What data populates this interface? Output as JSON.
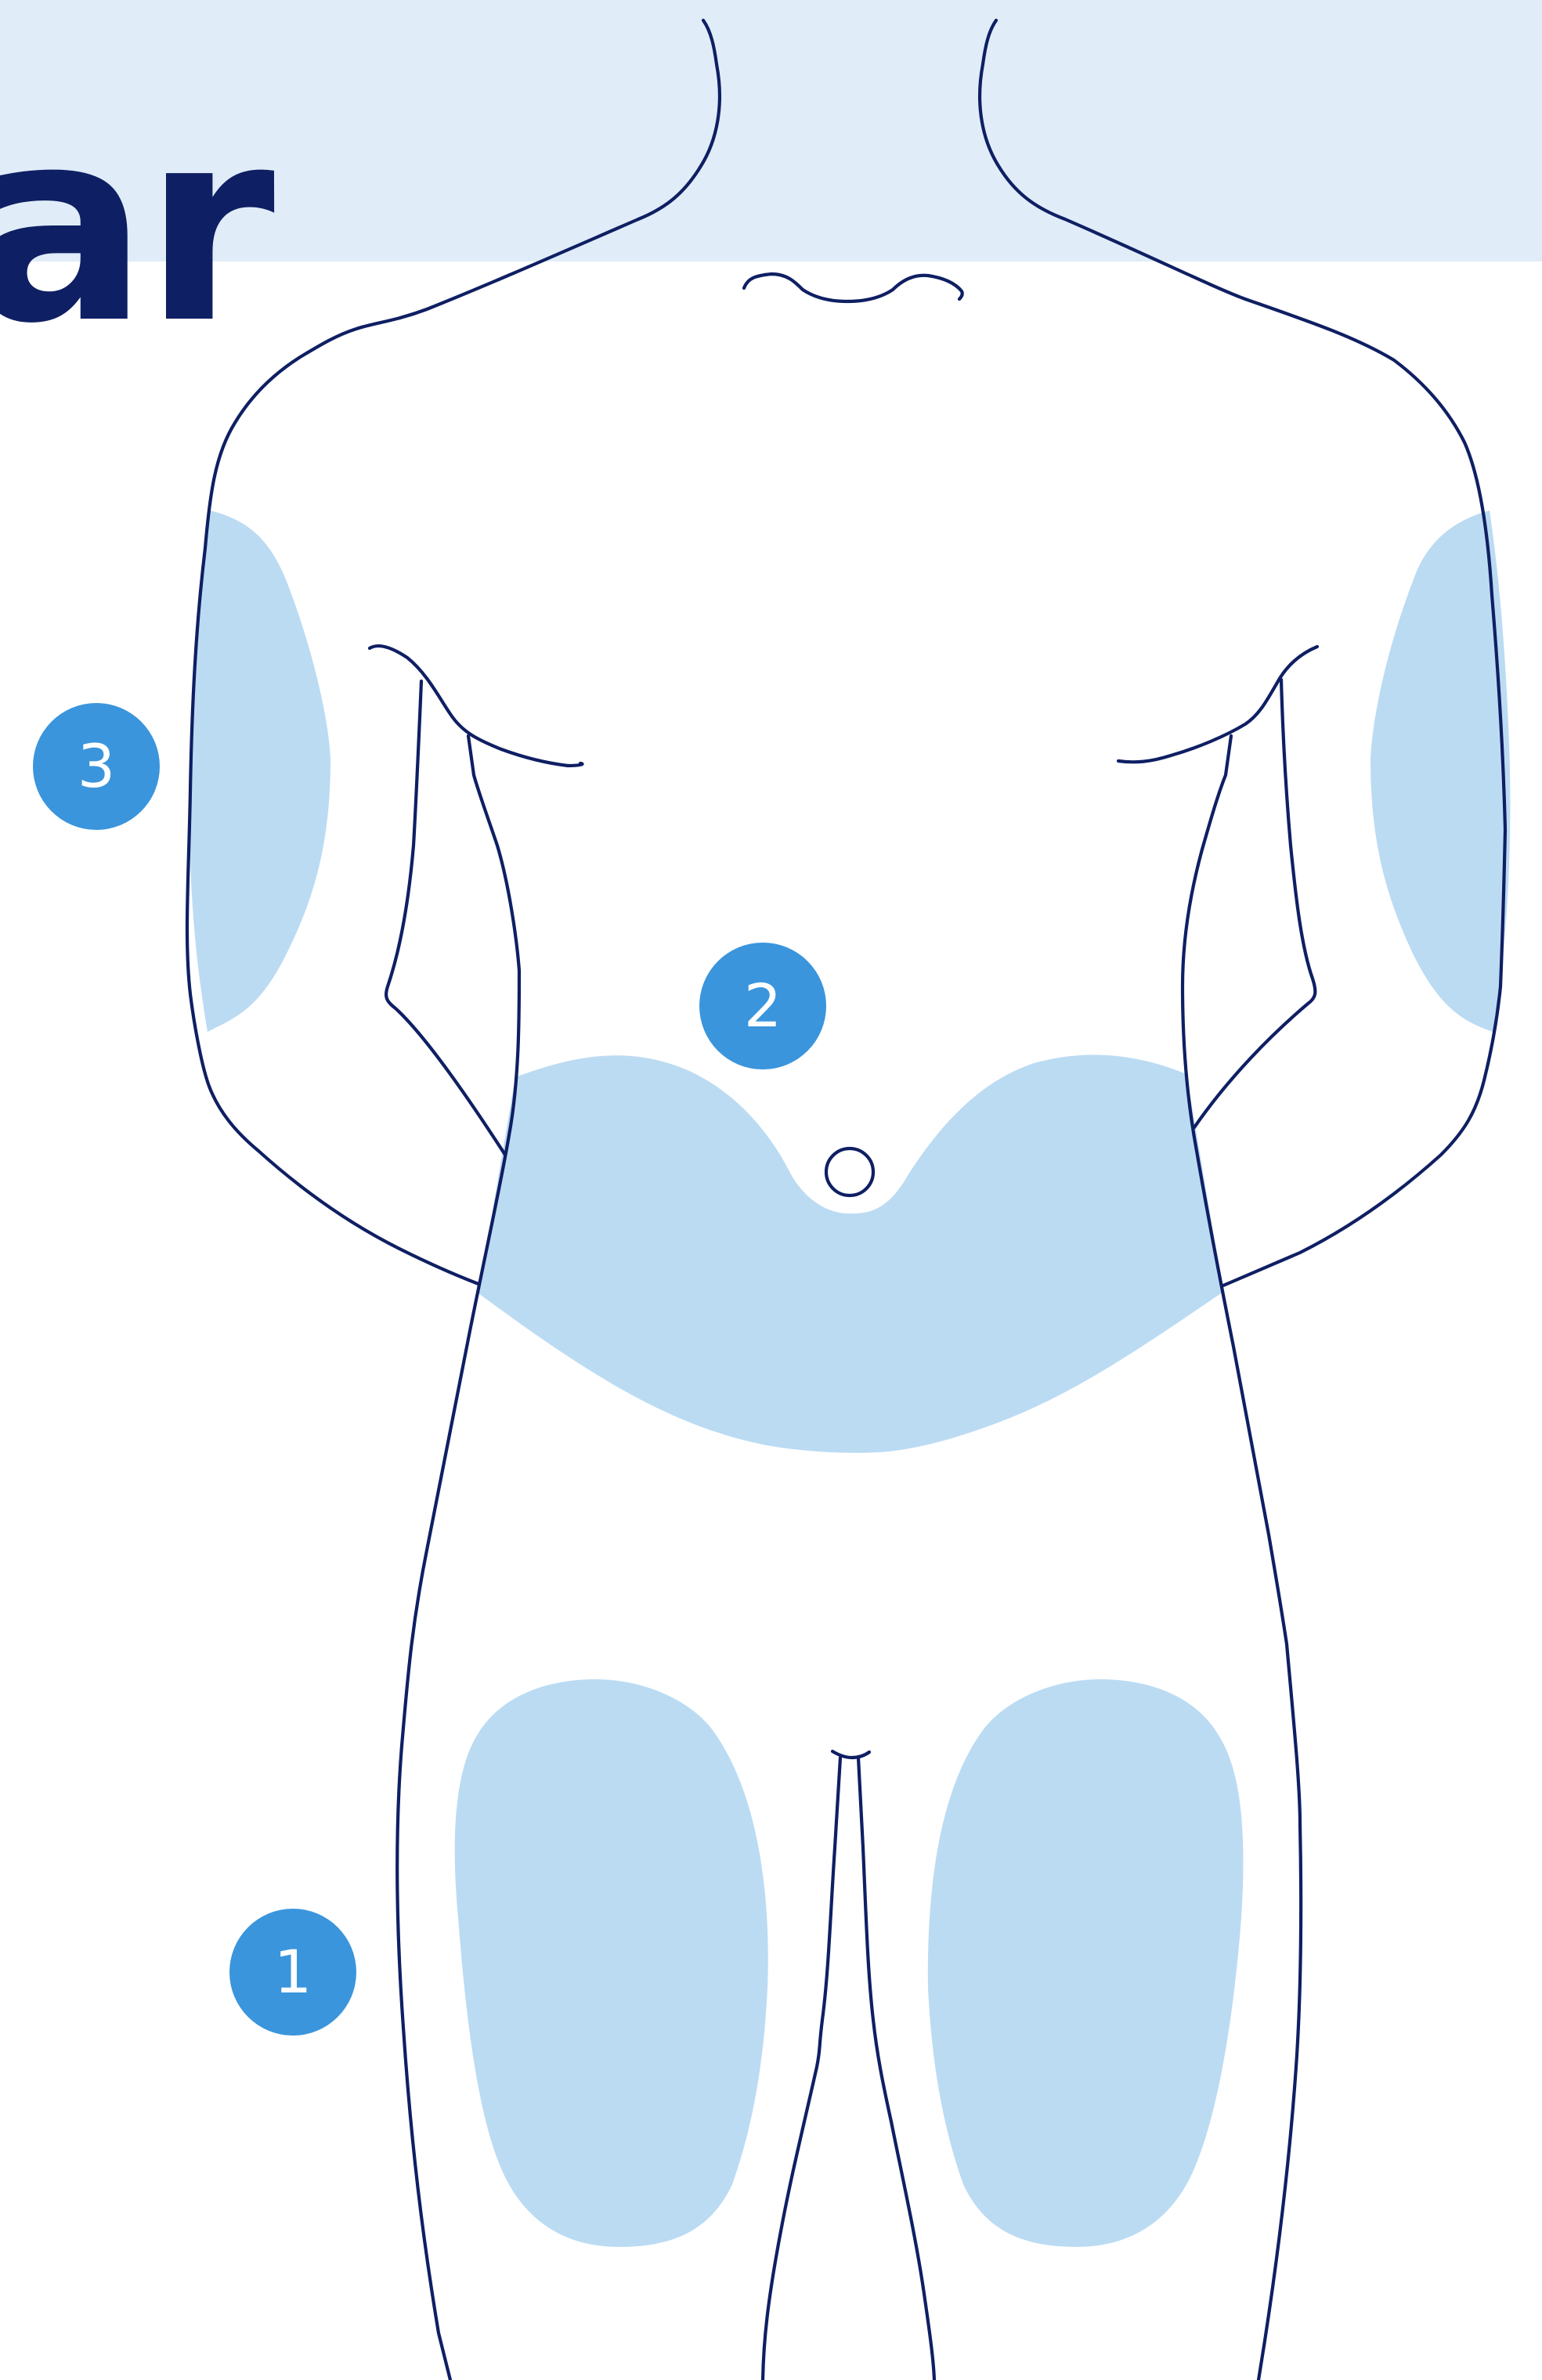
{
  "header": {
    "title_fragment": "ar"
  },
  "injection_sites": [
    {
      "number": "1"
    },
    {
      "number": "2"
    },
    {
      "number": "3"
    }
  ],
  "colors": {
    "header_background": "#e0edf9",
    "title_text": "#0f1f63",
    "zone_fill": "#bbdbf3",
    "outline": "#0f1f63",
    "badge": "#3a95dc",
    "badge_text": "#ffffff"
  }
}
